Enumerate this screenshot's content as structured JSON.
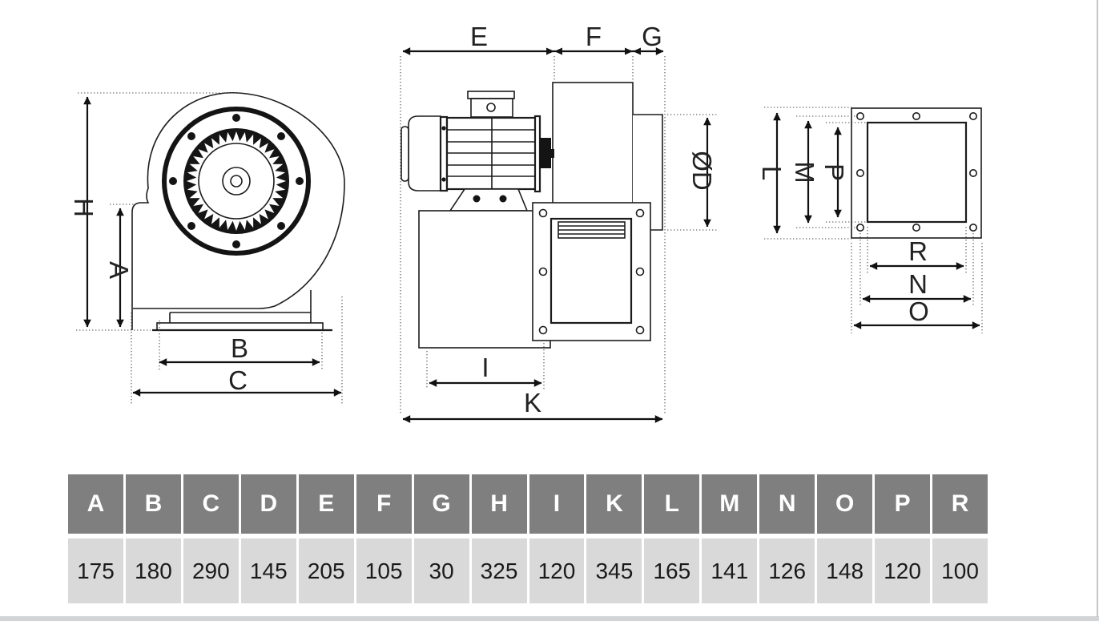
{
  "side_view": {
    "labels": {
      "H": "H",
      "A": "A",
      "B": "B",
      "C": "C"
    }
  },
  "front_view": {
    "labels": {
      "E": "E",
      "F": "F",
      "G": "G",
      "diameter": "ØD",
      "I": "I",
      "K": "K"
    }
  },
  "flange_view": {
    "labels": {
      "L": "L",
      "M": "M",
      "P": "P",
      "R": "R",
      "N": "N",
      "O": "O"
    }
  },
  "dimensions_table": {
    "columns": [
      "A",
      "B",
      "C",
      "D",
      "E",
      "F",
      "G",
      "H",
      "I",
      "K",
      "L",
      "M",
      "N",
      "O",
      "P",
      "R"
    ],
    "values": [
      175,
      180,
      290,
      145,
      205,
      105,
      30,
      325,
      120,
      345,
      165,
      141,
      126,
      148,
      120,
      100
    ],
    "header_bg": "#7f7f7f",
    "header_text_color": "#ffffff",
    "row_bg": "#d9d9d9",
    "value_text_color": "#1a1a1a"
  }
}
